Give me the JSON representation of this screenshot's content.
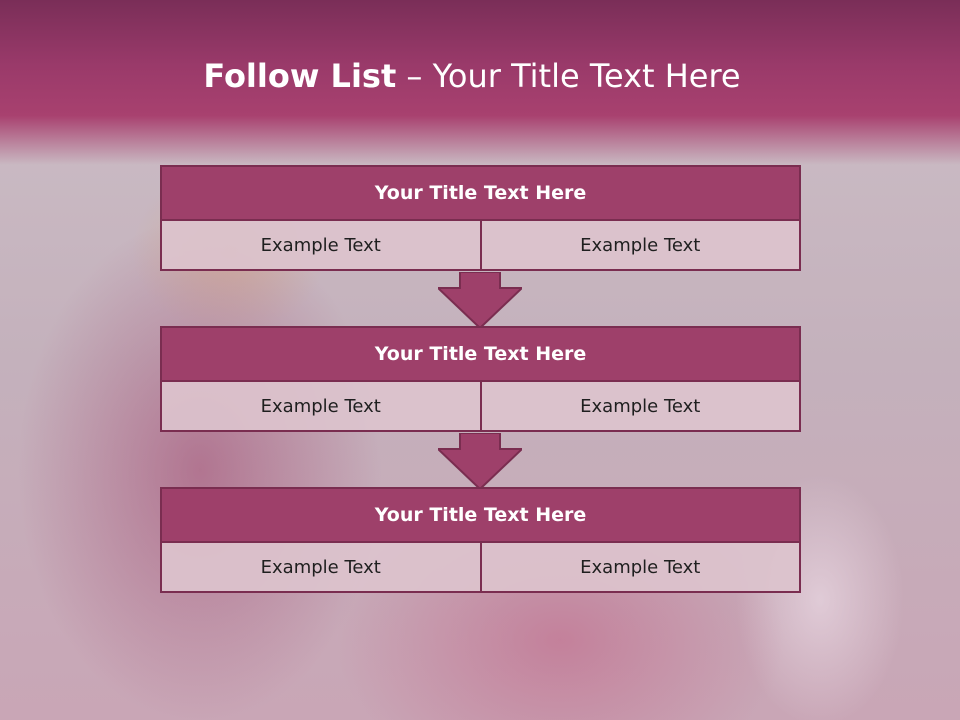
{
  "header": {
    "title_bold": "Follow List",
    "title_rest": " – Your Title Text Here"
  },
  "steps": [
    {
      "title": "Your Title Text Here",
      "left": "Example Text",
      "right": "Example Text"
    },
    {
      "title": "Your Title Text Here",
      "left": "Example Text",
      "right": "Example Text"
    },
    {
      "title": "Your Title Text Here",
      "left": "Example Text",
      "right": "Example Text"
    }
  ],
  "colors": {
    "header": "#9a3a6a",
    "block_fill": "#9e406a",
    "block_border": "#7a2d50",
    "cell_fill": "#dcc3cd"
  }
}
